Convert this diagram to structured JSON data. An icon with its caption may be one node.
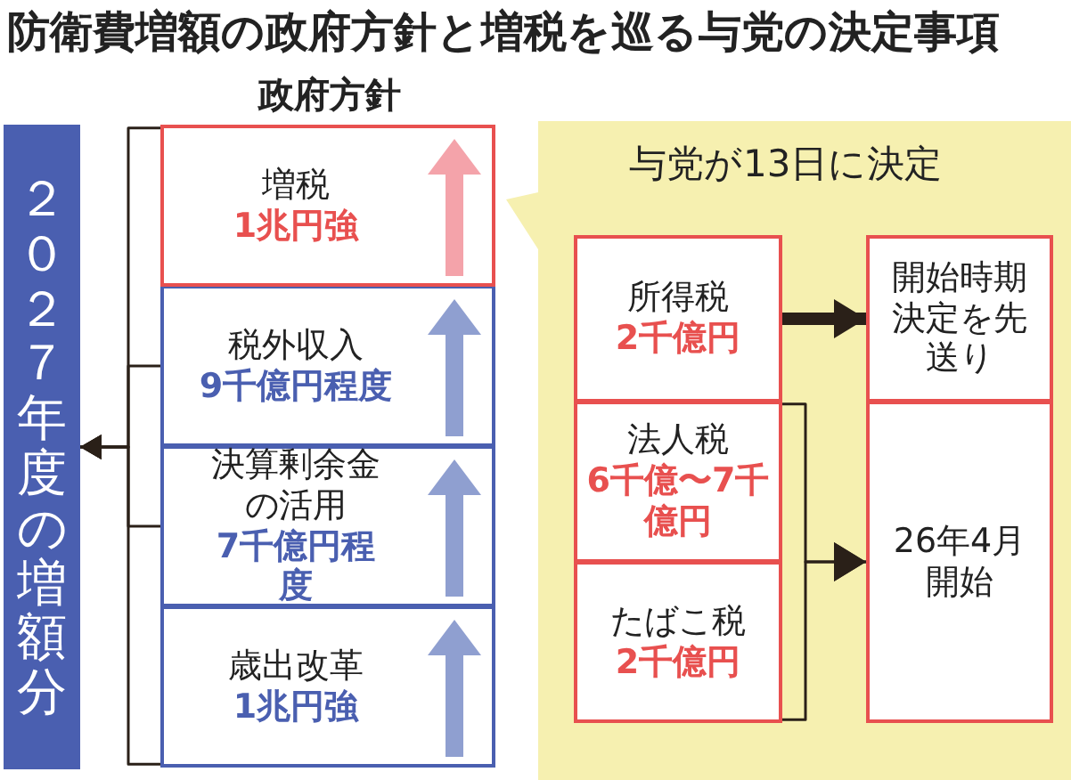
{
  "diagram": {
    "title": "防衛費増額の政府方針と増税を巡る与党の決定事項",
    "nodes": [
      {
        "text": [
          "２０２７年度の増額分"
        ]
      },
      {
        "text": [
          "増税",
          "1兆円強"
        ]
      },
      {
        "text": [
          "税外収入",
          "9千億円程度"
        ]
      },
      {
        "text": [
          "決算剰余金の活用",
          "7千億円程度"
        ]
      },
      {
        "text": [
          "歳出改革",
          "1兆円強"
        ]
      },
      {
        "text": [
          "与党が13日に決定"
        ]
      },
      {
        "text": [
          "所得税",
          "2千億円"
        ],
        "in": 5
      },
      {
        "text": [
          "法人税",
          "6千億〜7千億円"
        ],
        "in": 5
      },
      {
        "text": [
          "たばこ税",
          "2千億円"
        ],
        "in": 5
      },
      {
        "text": [
          "開始時期決定を先送り"
        ],
        "in": 5
      },
      {
        "text": [
          "26年4月開始"
        ],
        "in": 5
      }
    ],
    "edges": [
      {
        "from": 1,
        "to": 0,
        "arrow": "to"
      },
      {
        "from": 2,
        "to": 0,
        "arrow": "to"
      },
      {
        "from": 3,
        "to": 0,
        "arrow": "to"
      },
      {
        "from": 4,
        "to": 0,
        "arrow": "to"
      },
      {
        "from": 6,
        "to": 9,
        "arrow": "to",
        "style": "thick"
      },
      {
        "from": 7,
        "to": 10,
        "arrow": "to"
      },
      {
        "from": 8,
        "to": 10,
        "arrow": "to"
      }
    ],
    "labels": [
      "政府方針"
    ]
  }
}
